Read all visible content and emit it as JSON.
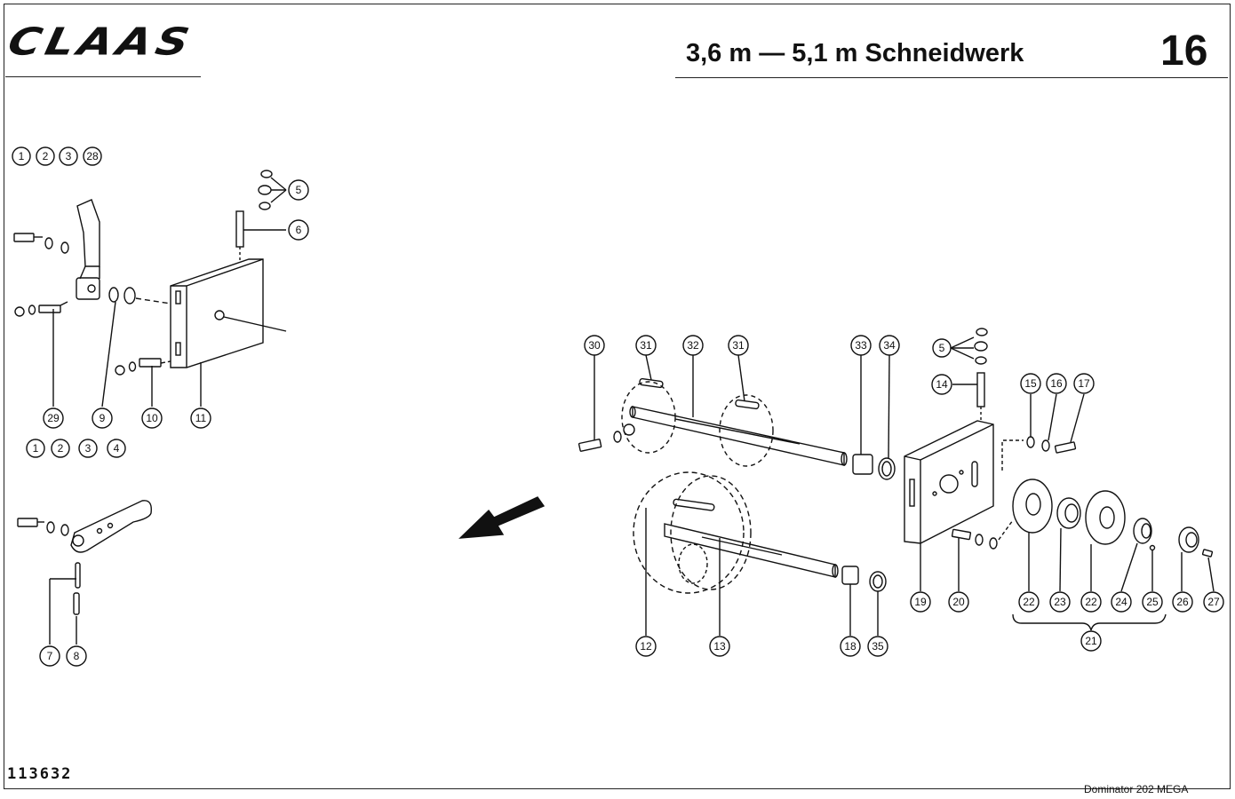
{
  "header": {
    "logo_text": "CLAAS",
    "title": "3,6 m — 5,1 m Schneidwerk",
    "page_number": "16"
  },
  "footer": {
    "drawing_code": "113632",
    "model": "Dominator  202 MEGA"
  },
  "callouts": {
    "left_upper": [
      "1",
      "2",
      "3",
      "28",
      "5",
      "6",
      "29",
      "9",
      "10",
      "11"
    ],
    "left_lower": [
      "1",
      "2",
      "3",
      "4",
      "7",
      "8"
    ],
    "right": [
      "30",
      "31",
      "32",
      "31",
      "33",
      "34",
      "5",
      "14",
      "15",
      "16",
      "17",
      "19",
      "20",
      "22",
      "23",
      "22",
      "24",
      "25",
      "26",
      "27",
      "21",
      "12",
      "13",
      "18",
      "35"
    ]
  },
  "colors": {
    "ink": "#111111",
    "paper": "#ffffff"
  }
}
